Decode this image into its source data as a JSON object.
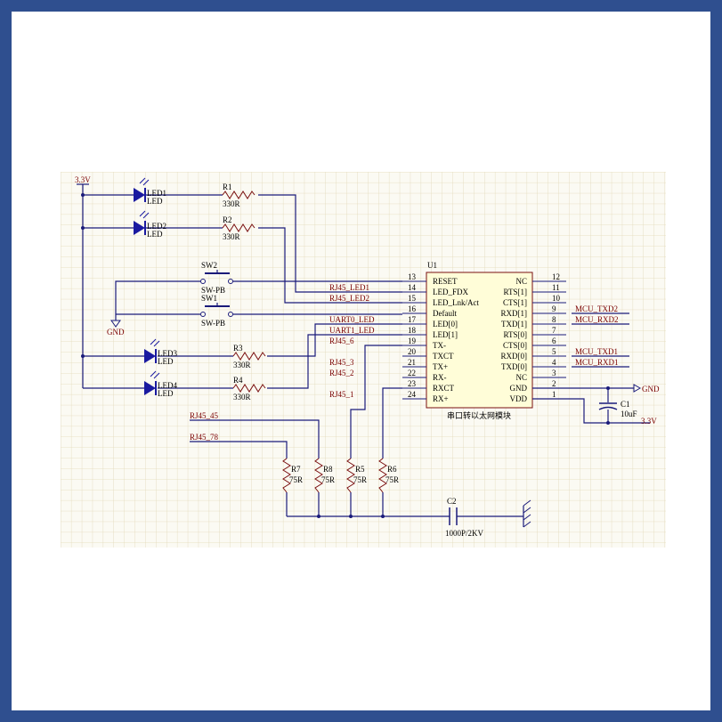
{
  "power": {
    "vcc_left": "3.3V",
    "vcc_right": "3.3V",
    "gnd_left": "GND",
    "gnd_right": "GND"
  },
  "leds": [
    {
      "ref": "LED1",
      "value": "LED"
    },
    {
      "ref": "LED2",
      "value": "LED"
    },
    {
      "ref": "LED3",
      "value": "LED"
    },
    {
      "ref": "LED4",
      "value": "LED"
    }
  ],
  "resistors_top": [
    {
      "ref": "R1",
      "value": "330R"
    },
    {
      "ref": "R2",
      "value": "330R"
    },
    {
      "ref": "R3",
      "value": "330R"
    },
    {
      "ref": "R4",
      "value": "330R"
    }
  ],
  "switches": [
    {
      "ref": "SW2",
      "value": "SW-PB"
    },
    {
      "ref": "SW1",
      "value": "SW-PB"
    }
  ],
  "chip": {
    "ref": "U1",
    "caption": "串口转以太网模块",
    "left_pins": [
      {
        "num": "13",
        "name": "RESET"
      },
      {
        "num": "14",
        "name": "LED_FDX"
      },
      {
        "num": "15",
        "name": "LED_Lnk/Act"
      },
      {
        "num": "16",
        "name": "Default"
      },
      {
        "num": "17",
        "name": "LED[0]"
      },
      {
        "num": "18",
        "name": "LED[1]"
      },
      {
        "num": "19",
        "name": "TX-"
      },
      {
        "num": "20",
        "name": "TXCT"
      },
      {
        "num": "21",
        "name": "TX+"
      },
      {
        "num": "22",
        "name": "RX-"
      },
      {
        "num": "23",
        "name": "RXCT"
      },
      {
        "num": "24",
        "name": "RX+"
      }
    ],
    "right_pins": [
      {
        "num": "12",
        "name": "NC"
      },
      {
        "num": "11",
        "name": "RTS[1]"
      },
      {
        "num": "10",
        "name": "CTS[1]"
      },
      {
        "num": "9",
        "name": "RXD[1]"
      },
      {
        "num": "8",
        "name": "TXD[1]"
      },
      {
        "num": "7",
        "name": "RTS[0]"
      },
      {
        "num": "6",
        "name": "CTS[0]"
      },
      {
        "num": "5",
        "name": "RXD[0]"
      },
      {
        "num": "4",
        "name": "TXD[0]"
      },
      {
        "num": "3",
        "name": "NC"
      },
      {
        "num": "2",
        "name": "GND"
      },
      {
        "num": "1",
        "name": "VDD"
      }
    ]
  },
  "nets_left": {
    "rj45_led1": "RJ45_LED1",
    "rj45_led2": "RJ45_LED2",
    "uart0_led": "UART0_LED",
    "uart1_led": "UART1_LED",
    "rj45_6": "RJ45_6",
    "rj45_3": "RJ45_3",
    "rj45_2": "RJ45_2",
    "rj45_1": "RJ45_1",
    "rj45_45": "RJ45_45",
    "rj45_78": "RJ45_78"
  },
  "nets_right": {
    "mcu_txd2": "MCU_TXD2",
    "mcu_rxd2": "MCU_RXD2",
    "mcu_txd1": "MCU_TXD1",
    "mcu_rxd1": "MCU_RXD1"
  },
  "resistors_bottom": [
    {
      "ref": "R7",
      "value": "75R"
    },
    {
      "ref": "R8",
      "value": "75R"
    },
    {
      "ref": "R5",
      "value": "75R"
    },
    {
      "ref": "R6",
      "value": "75R"
    }
  ],
  "capacitors": [
    {
      "ref": "C1",
      "value": "10uF"
    },
    {
      "ref": "C2",
      "value": "1000P/2KV"
    }
  ]
}
